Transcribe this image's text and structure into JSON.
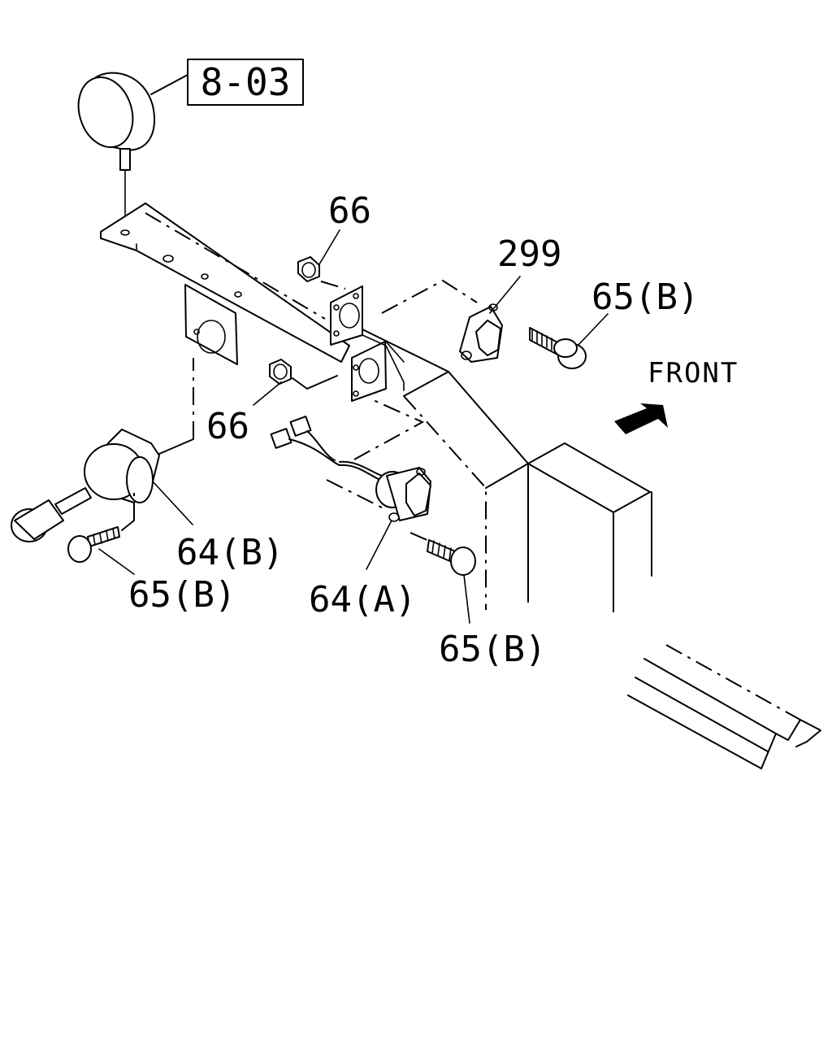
{
  "reference_box": {
    "label": "8-03"
  },
  "direction": {
    "label": "FRONT"
  },
  "callouts": [
    {
      "id": "c66a",
      "label": "66"
    },
    {
      "id": "c299",
      "label": "299"
    },
    {
      "id": "c65b_top",
      "label": "65(B)"
    },
    {
      "id": "c66b",
      "label": "66"
    },
    {
      "id": "c64b",
      "label": "64(B)"
    },
    {
      "id": "c65b_left",
      "label": "65(B)"
    },
    {
      "id": "c64a",
      "label": "64(A)"
    },
    {
      "id": "c65b_bottom",
      "label": "65(B)"
    }
  ]
}
